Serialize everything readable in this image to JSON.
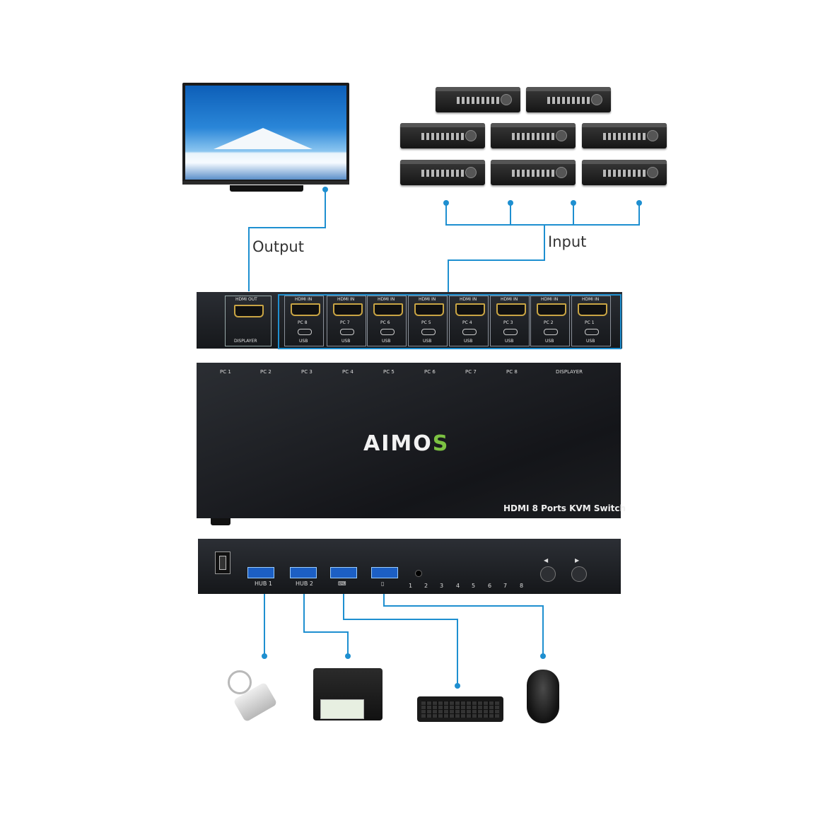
{
  "labels": {
    "output": "Output",
    "input": "Input"
  },
  "rear_panel": {
    "hdmi_out": "HDMI OUT",
    "displayer": "DISPLAYER",
    "hdmi_in": "HDMI IN",
    "usb": "USB",
    "pcs": [
      "PC 8",
      "PC 7",
      "PC 6",
      "PC 5",
      "PC 4",
      "PC 3",
      "PC 2",
      "PC 1"
    ]
  },
  "top_panel": {
    "ports": [
      "PC 1",
      "PC 2",
      "PC 3",
      "PC 4",
      "PC 5",
      "PC 6",
      "PC 7",
      "PC 8",
      "DISPLAYER"
    ],
    "brand": {
      "main": "AIMO",
      "accent": "S"
    },
    "model": "HDMI 8 Ports KVM Switch"
  },
  "front_panel": {
    "hub1": "HUB 1",
    "hub2": "HUB 2",
    "numbers": [
      "1",
      "2",
      "3",
      "4",
      "5",
      "6",
      "7",
      "8"
    ],
    "left_arrow": "◀",
    "right_arrow": "▶"
  },
  "colors": {
    "connector_line": "#1e8fd0",
    "brand_accent": "#7cc242"
  },
  "icons": [
    "tv-icon",
    "dvr-icon",
    "usb-stick-icon",
    "printer-icon",
    "keyboard-icon",
    "mouse-icon"
  ]
}
